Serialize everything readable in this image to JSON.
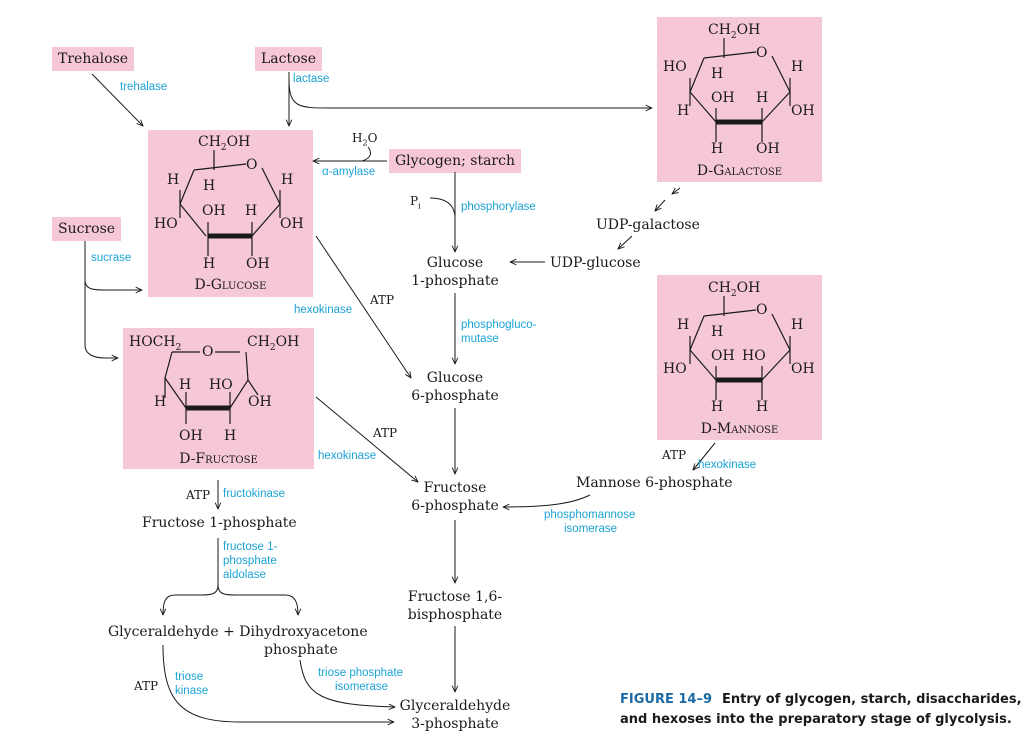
{
  "sugars": {
    "trehalose": "Trehalose",
    "lactose": "Lactose",
    "sucrose": "Sucrose",
    "glycogen": "Glycogen; starch",
    "glucose": "D-Glucose",
    "fructose": "D-Fructose",
    "galactose": "D-Galactose",
    "mannose": "D-Mannose"
  },
  "atoms": {
    "ch2oh": "CH2OH",
    "o": "O",
    "h": "H",
    "oh": "OH",
    "ho": "HO",
    "hoch2": "HOCH2"
  },
  "intermediates": {
    "glucose1p_1": "Glucose",
    "glucose1p_2": "1-phosphate",
    "glucose6p_1": "Glucose",
    "glucose6p_2": "6-phosphate",
    "fructose6p_1": "Fructose",
    "fructose6p_2": "6-phosphate",
    "fructose16bp_1": "Fructose 1,6-",
    "fructose16bp_2": "bisphosphate",
    "g3p_1": "Glyceraldehyde",
    "g3p_2": "3-phosphate",
    "fructose1p": "Fructose 1-phosphate",
    "glyceraldehyde_dhap": "Glyceraldehyde + Dihydroxyacetone",
    "dhap_2": "phosphate",
    "udp_galactose": "UDP-galactose",
    "udp_glucose": "UDP-glucose",
    "mannose6p": "Mannose 6-phosphate"
  },
  "cofactors": {
    "h2o": "H2O",
    "pi": "Pi",
    "atp": "ATP"
  },
  "enzymes": {
    "trehalase": "trehalase",
    "lactase": "lactase",
    "sucrase": "sucrase",
    "alpha_amylase": "α-amylase",
    "phosphorylase": "phosphorylase",
    "phosphoglucomutase_1": "phosphogluco-",
    "phosphoglucomutase_2": "mutase",
    "hexokinase": "hexokinase",
    "fructokinase": "fructokinase",
    "f1p_aldolase_1": "fructose 1-",
    "f1p_aldolase_2": "phosphate",
    "f1p_aldolase_3": "aldolase",
    "phosphomannose_1": "phosphomannose",
    "phosphomannose_2": "isomerase",
    "triose_kinase_1": "triose",
    "triose_kinase_2": "kinase",
    "tpi_1": "triose phosphate",
    "tpi_2": "isomerase"
  },
  "caption": {
    "figure": "FIGURE 14–9",
    "line1": "Entry of glycogen, starch, disaccharides,",
    "line2": "and hexoses into the preparatory stage of glycolysis."
  },
  "colors": {
    "pink": "#f6c7d9",
    "enzyme_blue": "#1ba3d6",
    "figure_blue": "#1b6aa5"
  }
}
